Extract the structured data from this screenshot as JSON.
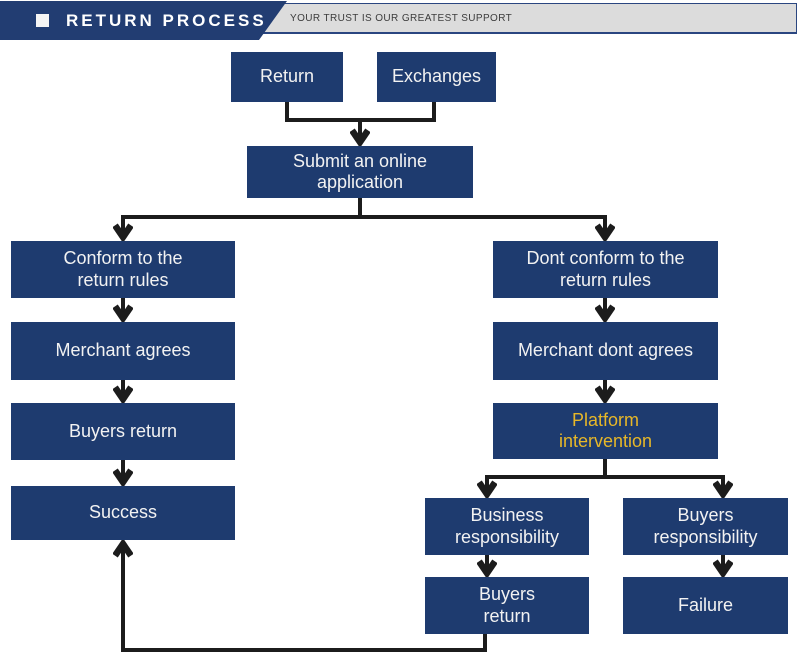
{
  "header": {
    "title": "RETURN PROCESS",
    "tagline": "YOUR TRUST IS OUR GREATEST SUPPORT",
    "bullet_icon": "square-bullet-icon"
  },
  "colors": {
    "box_navy": "#1e3b6f",
    "banner_navy": "#223d72",
    "accent_yellow": "#e7b728",
    "line_color": "#1c1c1c",
    "bar_gray": "#dcdcdc"
  },
  "flowchart": {
    "nodes": [
      {
        "id": "return",
        "label": "Return"
      },
      {
        "id": "exchanges",
        "label": "Exchanges"
      },
      {
        "id": "submit-application",
        "label": "Submit an online\napplication"
      },
      {
        "id": "conform-rules",
        "label": "Conform to the\nreturn rules"
      },
      {
        "id": "merchant-agrees",
        "label": "Merchant agrees"
      },
      {
        "id": "buyers-return",
        "label": "Buyers return"
      },
      {
        "id": "success",
        "label": "Success"
      },
      {
        "id": "dont-conform-rules",
        "label": "Dont conform to the\nreturn rules"
      },
      {
        "id": "merchant-dont-agrees",
        "label": "Merchant dont agrees"
      },
      {
        "id": "platform-intervention",
        "label": "Platform\nintervention",
        "text_color": "#e7b728"
      },
      {
        "id": "business-responsibility",
        "label": "Business\nresponsibility"
      },
      {
        "id": "buyers-responsibility",
        "label": "Buyers\nresponsibility"
      },
      {
        "id": "buyers-return-2",
        "label": "Buyers\nreturn"
      },
      {
        "id": "failure",
        "label": "Failure"
      }
    ]
  }
}
